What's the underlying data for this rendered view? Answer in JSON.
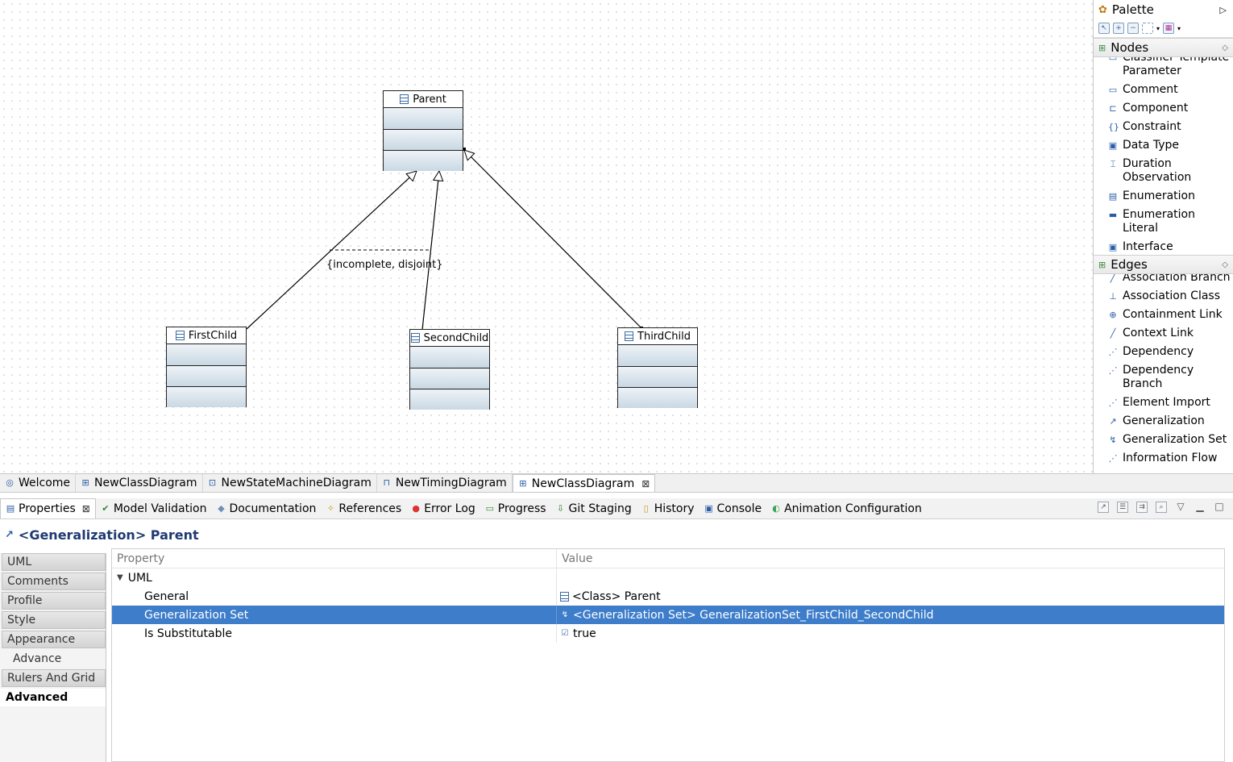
{
  "diagram": {
    "classes": {
      "parent": "Parent",
      "first": "FirstChild",
      "second": "SecondChild",
      "third": "ThirdChild"
    },
    "constraint": "{incomplete, disjoint}"
  },
  "palette": {
    "title": "Palette",
    "nodes_title": "Nodes",
    "nodes": [
      {
        "label": "Classifier Template Parameter",
        "icon": "template-parameter-icon"
      },
      {
        "label": "Comment",
        "icon": "comment-icon"
      },
      {
        "label": "Component",
        "icon": "component-icon"
      },
      {
        "label": "Constraint",
        "icon": "constraint-icon"
      },
      {
        "label": "Data Type",
        "icon": "datatype-icon"
      },
      {
        "label": "Duration Observation",
        "icon": "duration-observation-icon"
      },
      {
        "label": "Enumeration",
        "icon": "enumeration-icon"
      },
      {
        "label": "Enumeration Literal",
        "icon": "enumeration-literal-icon"
      },
      {
        "label": "Interface",
        "icon": "interface-icon"
      }
    ],
    "edges_title": "Edges",
    "edges": [
      {
        "label": "Association Branch",
        "icon": "association-branch-icon"
      },
      {
        "label": "Association Class",
        "icon": "association-class-icon"
      },
      {
        "label": "Containment Link",
        "icon": "containment-link-icon"
      },
      {
        "label": "Context Link",
        "icon": "context-link-icon"
      },
      {
        "label": "Dependency",
        "icon": "dependency-icon"
      },
      {
        "label": "Dependency Branch",
        "icon": "dependency-branch-icon"
      },
      {
        "label": "Element Import",
        "icon": "element-import-icon"
      },
      {
        "label": "Generalization",
        "icon": "generalization-icon"
      },
      {
        "label": "Generalization Set",
        "icon": "generalization-set-icon"
      },
      {
        "label": "Information Flow",
        "icon": "information-flow-icon"
      }
    ]
  },
  "editor_tabs": [
    {
      "label": "Welcome",
      "icon": "welcome-icon"
    },
    {
      "label": "NewClassDiagram",
      "icon": "class-diagram-icon"
    },
    {
      "label": "NewStateMachineDiagram",
      "icon": "state-machine-icon"
    },
    {
      "label": "NewTimingDiagram",
      "icon": "timing-diagram-icon"
    },
    {
      "label": "NewClassDiagram",
      "icon": "class-diagram-icon",
      "active": true
    }
  ],
  "view_tabs": [
    {
      "label": "Properties",
      "icon": "properties-icon",
      "active": true
    },
    {
      "label": "Model Validation",
      "icon": "validation-check-icon"
    },
    {
      "label": "Documentation",
      "icon": "documentation-icon"
    },
    {
      "label": "References",
      "icon": "references-icon"
    },
    {
      "label": "Error Log",
      "icon": "error-log-icon"
    },
    {
      "label": "Progress",
      "icon": "progress-icon"
    },
    {
      "label": "Git Staging",
      "icon": "git-staging-icon"
    },
    {
      "label": "History",
      "icon": "history-icon"
    },
    {
      "label": "Console",
      "icon": "console-icon"
    },
    {
      "label": "Animation Configuration",
      "icon": "animation-icon"
    }
  ],
  "properties": {
    "header": "<Generalization> Parent",
    "side_tabs": [
      "UML",
      "Comments",
      "Profile",
      "Style",
      "Appearance",
      "Advance",
      "Rulers And Grid",
      "Advanced"
    ],
    "col_property": "Property",
    "col_value": "Value",
    "group": "UML",
    "rows": [
      {
        "name": "General",
        "value": "<Class> Parent"
      },
      {
        "name": "Generalization Set",
        "value": "<Generalization Set> GeneralizationSet_FirstChild_SecondChild"
      },
      {
        "name": "Is Substitutable",
        "value": "true"
      }
    ]
  },
  "colors": {
    "selection": "#3d7dca",
    "class_fill_top": "#eef3f7",
    "class_fill_bottom": "#c9d8e4",
    "header_text": "#1f3a73"
  }
}
